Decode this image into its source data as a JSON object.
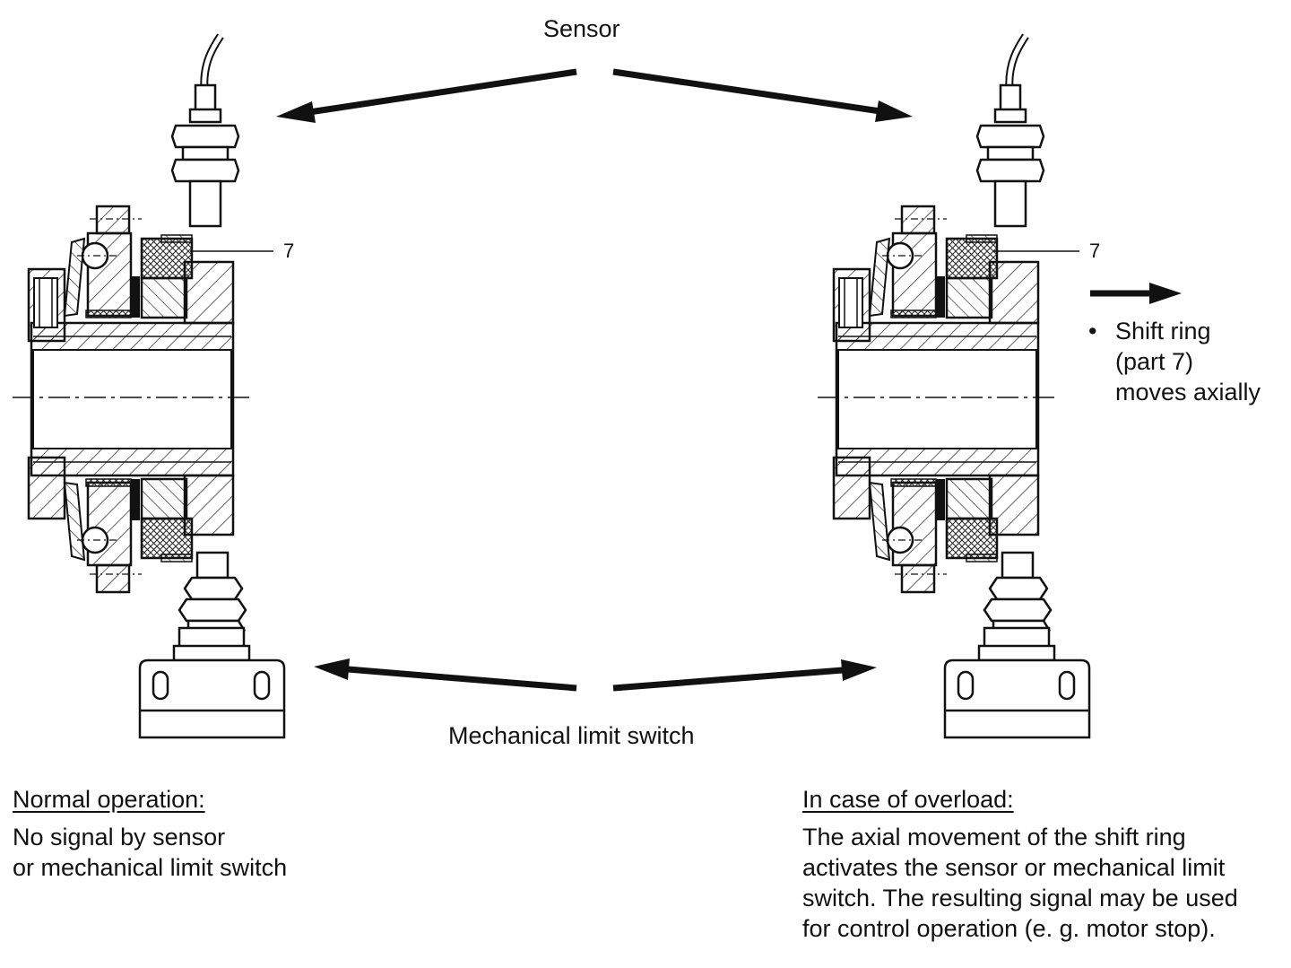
{
  "labels": {
    "sensor": "Sensor",
    "limit_switch": "Mechanical limit switch",
    "part_left": "7",
    "part_right": "7"
  },
  "shift_note": {
    "bullet": "•",
    "lines": [
      "Shift ring",
      "(part 7)",
      "moves axially"
    ]
  },
  "normal": {
    "heading": "Normal operation:",
    "lines": [
      "No signal by sensor",
      "or mechanical limit switch"
    ]
  },
  "overload": {
    "heading": "In case of overload:",
    "lines": [
      "The axial movement of the shift ring",
      "activates the sensor or mechanical limit",
      "switch. The resulting signal may be used",
      "for control operation (e. g. motor stop)."
    ]
  }
}
